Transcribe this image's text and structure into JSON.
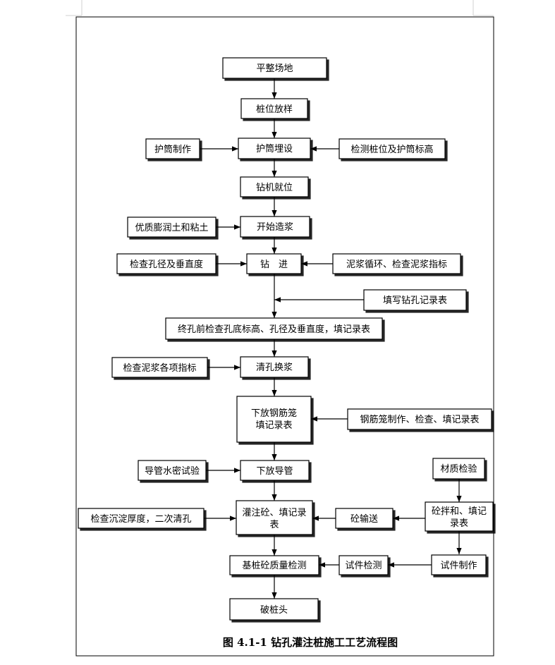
{
  "nodes": {
    "site_leveling": "平整场地",
    "pile_layout": "桩位放样",
    "casing_making": "护筒制作",
    "casing_burying": "护筒埋设",
    "check_casing": "检测桩位及护筒标高",
    "rig_positioning": "钻机就位",
    "bentonite_clay": "优质膨润土和粘土",
    "start_slurry": "开始造浆",
    "check_diameter_vertical": "检查孔径及垂直度",
    "drilling": "钻　进",
    "slurry_circulation": "泥浆循环、检查泥浆指标",
    "drill_record": "填写钻孔记录表",
    "final_check": "终孔前检查孔底标高、孔径及垂直度，填记录表",
    "check_slurry_items": "检查泥浆各项指标",
    "hole_cleaning": "清孔换浆",
    "lower_cage_1": "下放钢筋笼",
    "lower_cage_2": "填记录表",
    "cage_making": "钢筋笼制作、检查、填记录表",
    "pipe_test": "导管水密试验",
    "lower_pipe": "下放导管",
    "material_test": "材质检验",
    "pour_1": "灌注砼、填记录",
    "pour_2": "表",
    "sediment_check": "检查沉淀厚度，二次清孔",
    "concrete_transport": "砼输送",
    "mix_1": "砼拌和、填记",
    "mix_2": "录表",
    "pile_quality": "基桩砼质量检测",
    "specimen_test": "试件检测",
    "specimen_making": "试件制作",
    "break_pile_head": "破桩头"
  },
  "caption": "图 4.1-1  钻孔灌注桩施工工艺流程图"
}
